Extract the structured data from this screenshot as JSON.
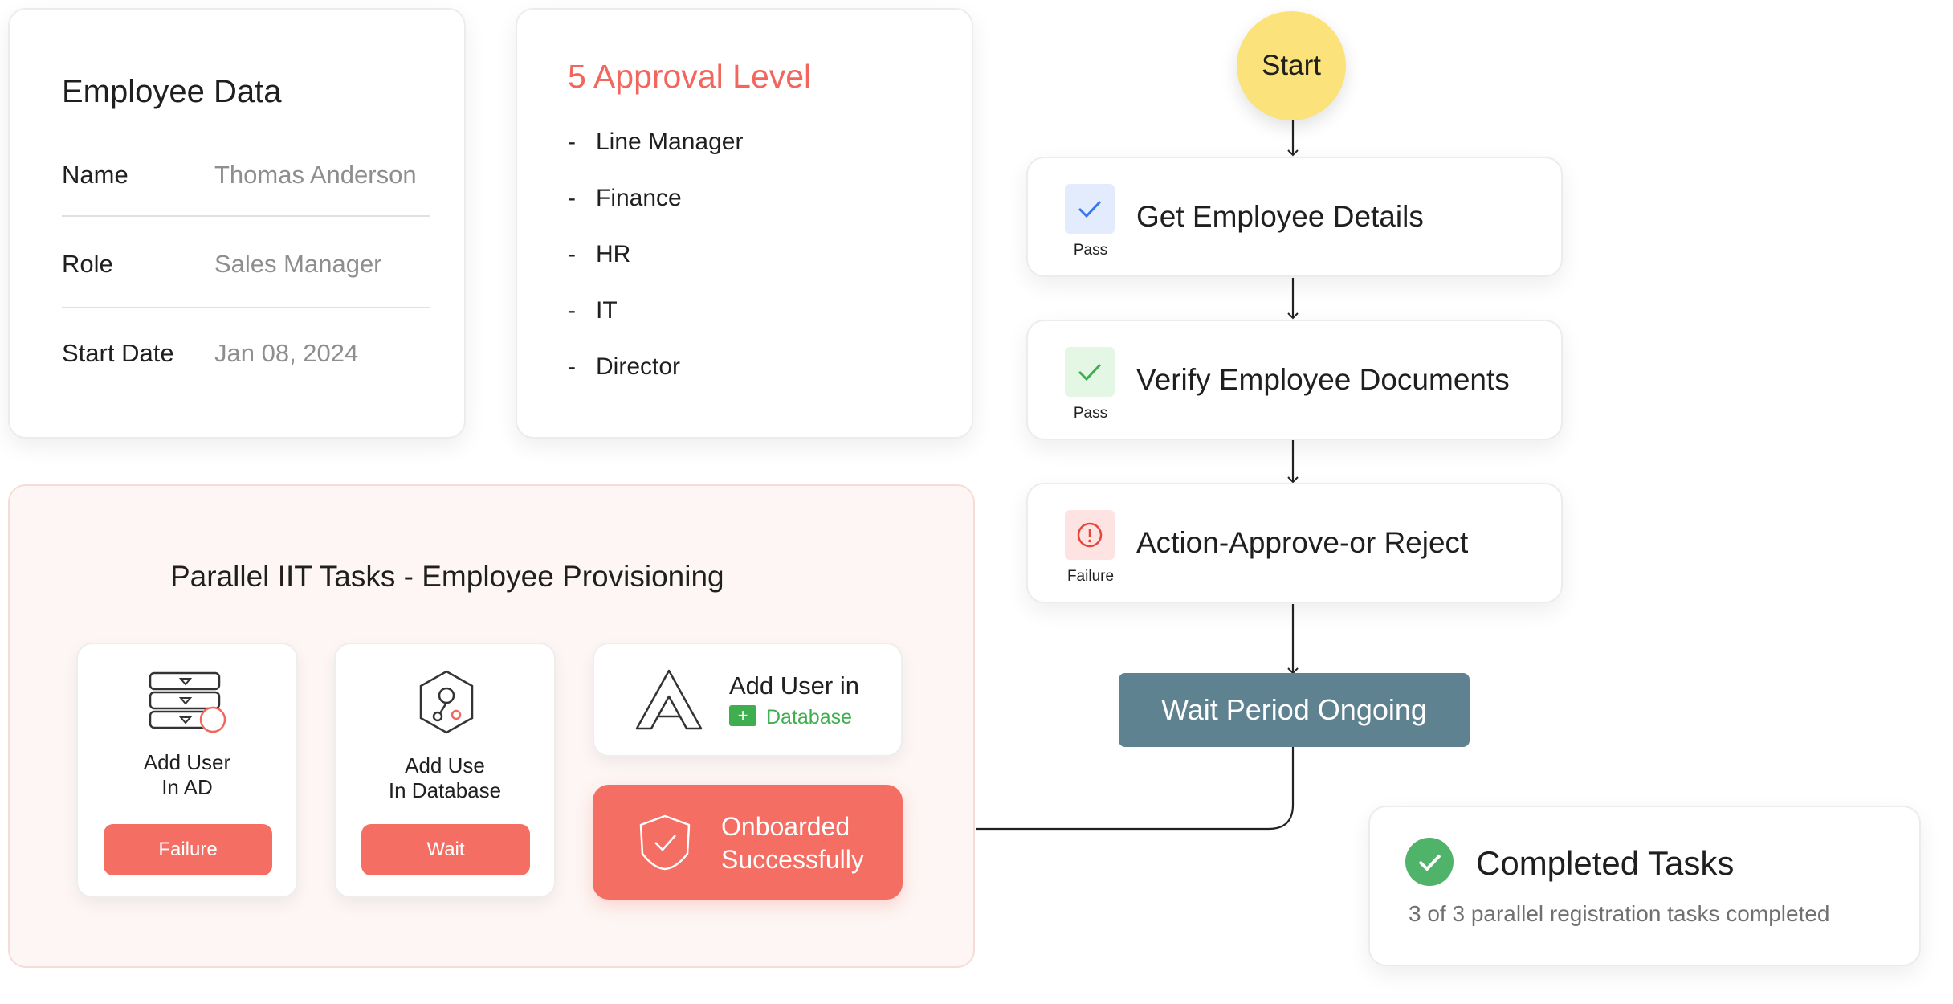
{
  "employee_card": {
    "title": "Employee Data",
    "rows": [
      {
        "label": "Name",
        "value": "Thomas Anderson"
      },
      {
        "label": "Role",
        "value": "Sales Manager"
      },
      {
        "label": "Start Date",
        "value": "Jan 08, 2024"
      }
    ]
  },
  "approval_card": {
    "title": "5 Approval Level",
    "levels": [
      "Line Manager",
      "Finance",
      "HR",
      "IT",
      "Director"
    ],
    "bullet": "-"
  },
  "parallel": {
    "title": "Parallel IIT Tasks - Employee Provisioning",
    "tasks": [
      {
        "label_line1": "Add User",
        "label_line2": "In AD",
        "status": "Failure"
      },
      {
        "label_line1": "Add Use",
        "label_line2": "In Database",
        "status": "Wait"
      }
    ],
    "add_user_db": {
      "title": "Add User in",
      "tag": "Database"
    },
    "onboarded": {
      "line1": "Onboarded",
      "line2": "Successfully"
    }
  },
  "flow": {
    "start": "Start",
    "steps": [
      {
        "title": "Get Employee Details",
        "status": "Pass",
        "icon": "check-icon"
      },
      {
        "title": "Verify Employee Documents",
        "status": "Pass",
        "icon": "check-icon"
      },
      {
        "title": "Action-Approve-or Reject",
        "status": "Failure",
        "icon": "alert-icon"
      }
    ],
    "wait": "Wait Period Ongoing"
  },
  "completed": {
    "title": "Completed Tasks",
    "subtitle": "3 of 3 parallel registration tasks completed"
  },
  "colors": {
    "accent_red": "#f46e64",
    "title_red": "#f2665e",
    "start_yellow": "#fbe27a",
    "wait_slate": "#5f8291",
    "success_green": "#4fb36a",
    "pass_blue_bg": "#e3ecfd",
    "pass_green_bg": "#e3f7e4",
    "failure_bg": "#fde4e2",
    "db_green": "#3fae4f"
  }
}
